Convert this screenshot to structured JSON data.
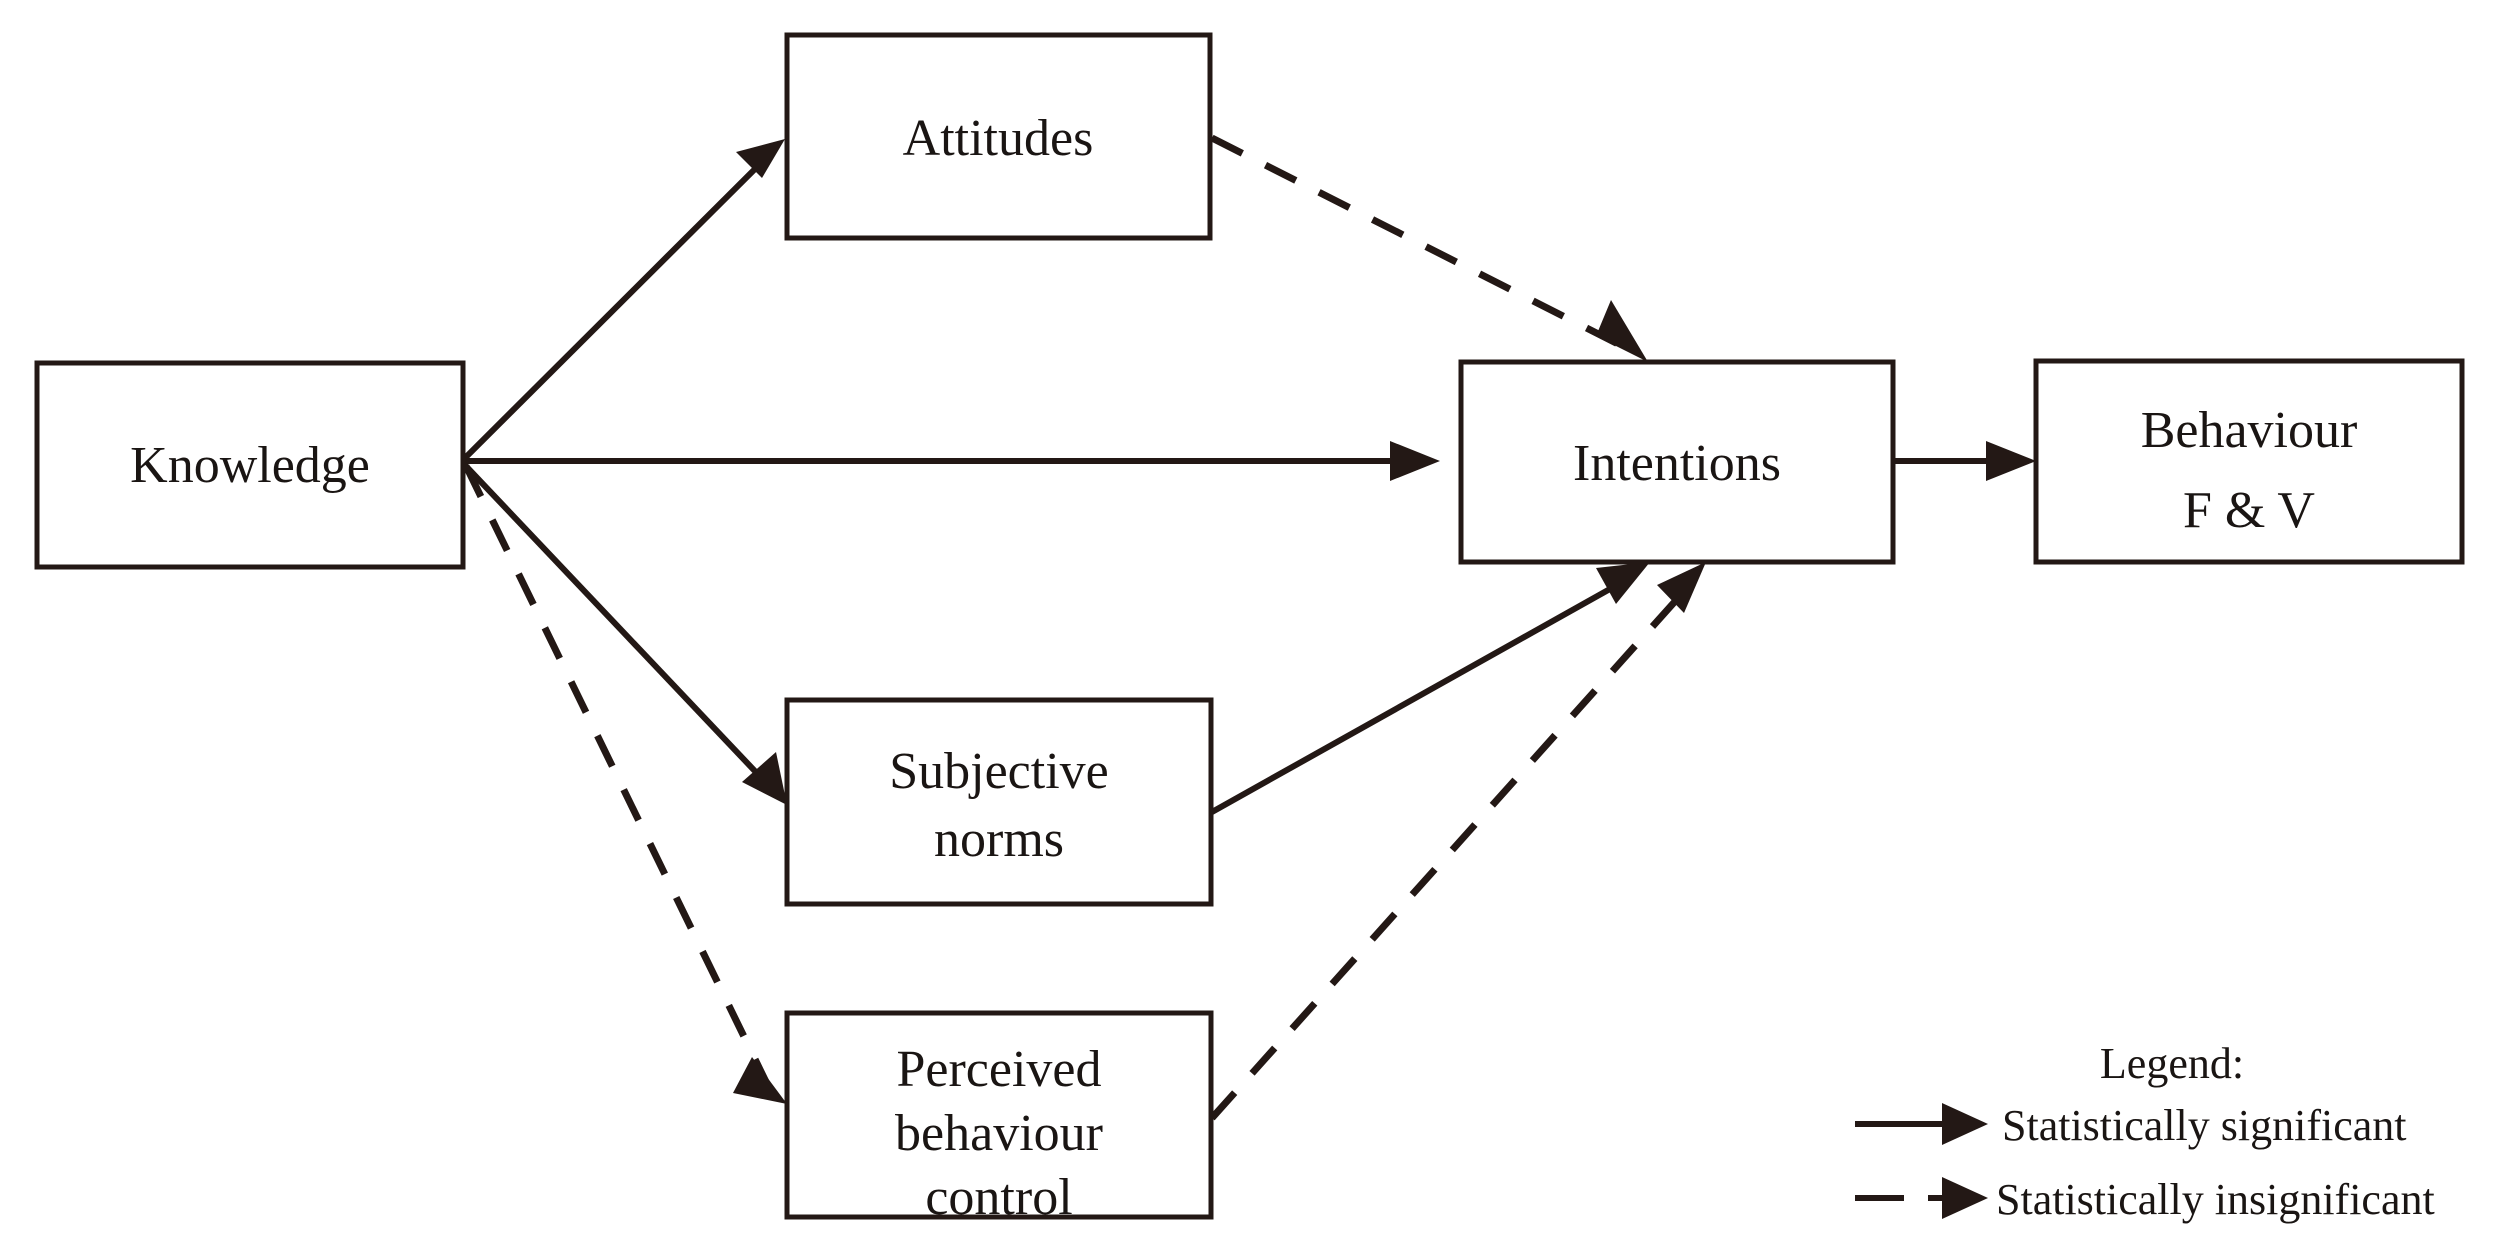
{
  "diagram": {
    "title": "Theory of Planned Behaviour pathway model",
    "colors": {
      "ink": "#231815",
      "background": "#ffffff"
    },
    "nodes": [
      {
        "id": "knowledge",
        "label": "Knowledge",
        "lines": [
          "Knowledge"
        ]
      },
      {
        "id": "attitudes",
        "label": "Attitudes",
        "lines": [
          "Attitudes"
        ]
      },
      {
        "id": "subjective-norms",
        "label": "Subjective norms",
        "lines": [
          "Subjective",
          "norms"
        ]
      },
      {
        "id": "perceived-behaviour-control",
        "label": "Perceived behaviour control",
        "lines": [
          "Perceived",
          "behaviour",
          "control"
        ]
      },
      {
        "id": "intentions",
        "label": "Intentions",
        "lines": [
          "Intentions"
        ]
      },
      {
        "id": "behaviour",
        "label": "Behaviour F & V",
        "lines": [
          "Behaviour",
          "F & V"
        ]
      }
    ],
    "edges": [
      {
        "id": "knowledge-to-attitudes",
        "from": "Knowledge",
        "to": "Attitudes",
        "style": "solid",
        "significance": "Statistically significant"
      },
      {
        "id": "knowledge-to-intentions",
        "from": "Knowledge",
        "to": "Intentions",
        "style": "solid",
        "significance": "Statistically significant"
      },
      {
        "id": "knowledge-to-subjective-norms",
        "from": "Knowledge",
        "to": "Subjective norms",
        "style": "solid",
        "significance": "Statistically significant"
      },
      {
        "id": "knowledge-to-perceived-behaviour-control",
        "from": "Knowledge",
        "to": "Perceived behaviour control",
        "style": "dashed",
        "significance": "Statistically insignificant"
      },
      {
        "id": "attitudes-to-intentions",
        "from": "Attitudes",
        "to": "Intentions",
        "style": "dashed",
        "significance": "Statistically insignificant"
      },
      {
        "id": "subjective-norms-to-intentions",
        "from": "Subjective norms",
        "to": "Intentions",
        "style": "solid",
        "significance": "Statistically significant"
      },
      {
        "id": "perceived-behaviour-control-to-intentions",
        "from": "Perceived behaviour control",
        "to": "Intentions",
        "style": "dashed",
        "significance": "Statistically insignificant"
      },
      {
        "id": "intentions-to-behaviour",
        "from": "Intentions",
        "to": "Behaviour F & V",
        "style": "solid",
        "significance": "Statistically significant"
      }
    ]
  },
  "legend": {
    "title": "Legend:",
    "items": [
      {
        "style": "solid",
        "label": "Statistically significant"
      },
      {
        "style": "dashed",
        "label": "Statistically insignificant"
      }
    ]
  }
}
